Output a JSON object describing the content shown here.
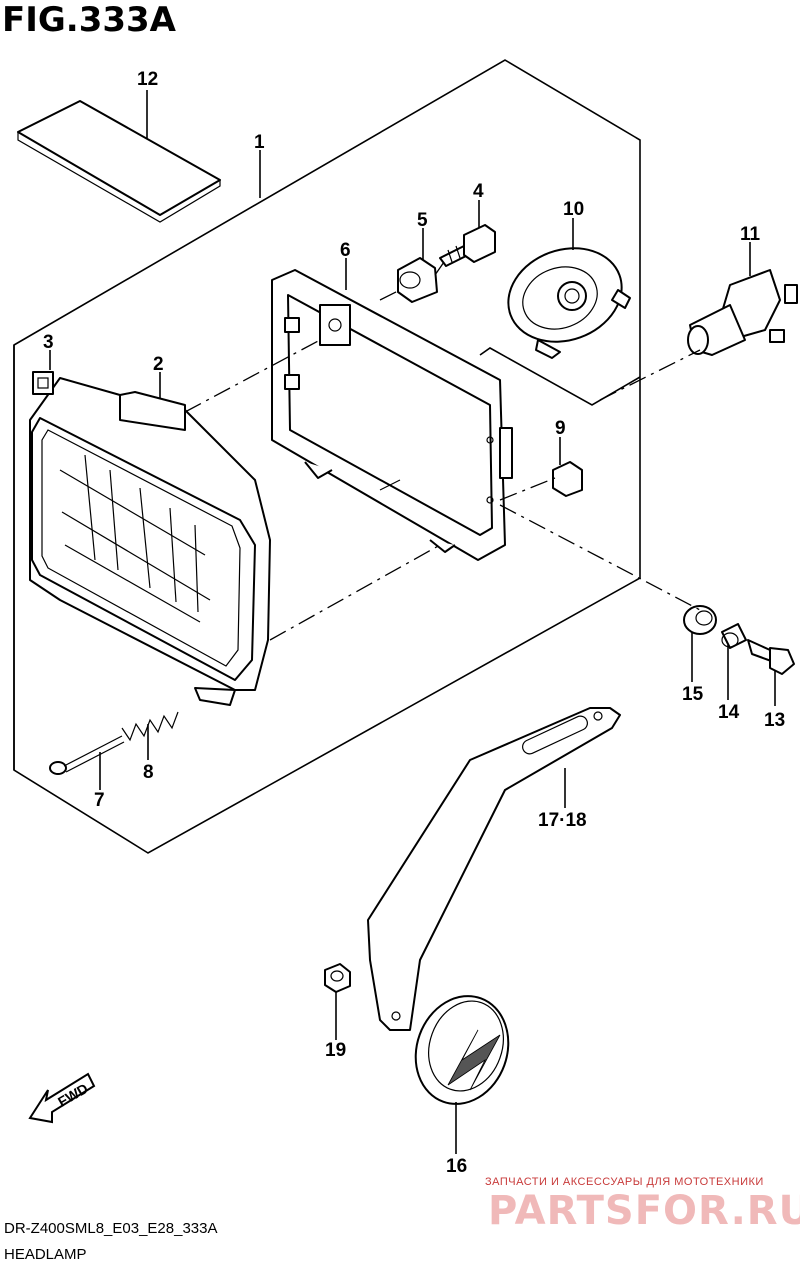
{
  "figure": {
    "title": "FIG.333A",
    "drawing_code": "DR-Z400SML8_E03_E28_333A",
    "caption": "HEADLAMP",
    "forward_arrow_label": "FWD"
  },
  "callouts": [
    {
      "id": "1",
      "label": "1"
    },
    {
      "id": "2",
      "label": "2"
    },
    {
      "id": "3",
      "label": "3"
    },
    {
      "id": "4",
      "label": "4"
    },
    {
      "id": "5",
      "label": "5"
    },
    {
      "id": "6",
      "label": "6"
    },
    {
      "id": "7",
      "label": "7"
    },
    {
      "id": "8",
      "label": "8"
    },
    {
      "id": "9",
      "label": "9"
    },
    {
      "id": "10",
      "label": "10"
    },
    {
      "id": "11",
      "label": "11"
    },
    {
      "id": "12",
      "label": "12"
    },
    {
      "id": "13",
      "label": "13"
    },
    {
      "id": "14",
      "label": "14"
    },
    {
      "id": "15",
      "label": "15"
    },
    {
      "id": "16",
      "label": "16"
    },
    {
      "id": "17-18",
      "label": "17·18"
    },
    {
      "id": "19",
      "label": "19"
    }
  ],
  "watermark": {
    "tagline": "ЗАПЧАСТИ И АКСЕССУАРЫ ДЛЯ МОТОТЕХНИКИ",
    "brand": "PARTSFOR.RU"
  }
}
